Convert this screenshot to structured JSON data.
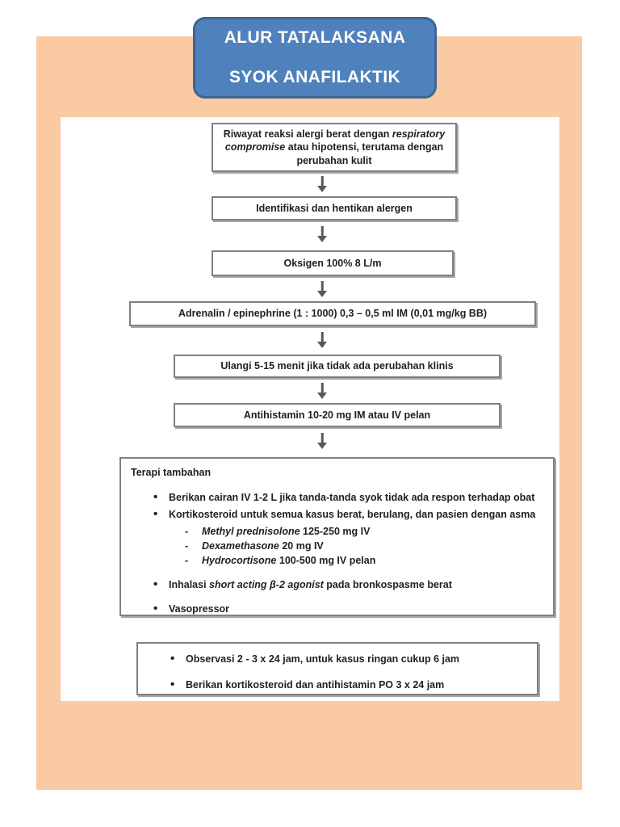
{
  "title": {
    "line1": "ALUR TATALAKSANA",
    "line2": "SYOK ANAFILAKTIK"
  },
  "colors": {
    "page_frame_orange": "#FACBA2",
    "banner_fill": "#4F81BD",
    "banner_border": "#3B6598",
    "flow_box_border": "#808080",
    "text": "#1F1F1F"
  },
  "icons": {
    "flow_arrow_down": "↓ (css triangle-down with stem)"
  },
  "flow": {
    "steps": [
      {
        "name": "riwayat-alergi",
        "segments": [
          {
            "t": "Riwayat reaksi alergi berat dengan "
          },
          {
            "t": "respiratory compromise",
            "i": true
          },
          {
            "t": " atau hipotensi, terutama dengan perubahan kulit"
          }
        ]
      },
      {
        "name": "identifikasi-alergen",
        "text": "Identifikasi dan hentikan alergen"
      },
      {
        "name": "oksigen",
        "text": "Oksigen 100% 8 L/m"
      },
      {
        "name": "adrenalin",
        "text": "Adrenalin / epinephrine (1 : 1000) 0,3 – 0,5 ml IM (0,01 mg/kg BB)"
      },
      {
        "name": "ulangi",
        "text": "Ulangi 5-15 menit jika tidak ada perubahan klinis"
      },
      {
        "name": "antihistamin",
        "text": "Antihistamin 10-20 mg IM atau IV pelan"
      }
    ]
  },
  "terapi_tambahan": {
    "heading": "Terapi tambahan",
    "bullets": [
      {
        "segments": [
          {
            "t": "Berikan cairan IV 1-2 L jika tanda-tanda syok tidak ada respon terhadap obat"
          }
        ]
      },
      {
        "segments": [
          {
            "t": "Kortikosteroid untuk semua kasus berat, berulang, dan pasien dengan asma"
          }
        ]
      }
    ],
    "kortikosteroid_items": [
      {
        "segments": [
          {
            "t": "Methyl prednisolone",
            "i": true
          },
          {
            "t": " 125-250 mg IV"
          }
        ]
      },
      {
        "segments": [
          {
            "t": "Dexamethasone",
            "i": true
          },
          {
            "t": " 20 mg IV"
          }
        ]
      },
      {
        "segments": [
          {
            "t": "Hydrocortisone",
            "i": true
          },
          {
            "t": " 100-500 mg IV pelan"
          }
        ]
      }
    ],
    "bullets_bottom": [
      {
        "segments": [
          {
            "t": "Inhalasi "
          },
          {
            "t": "short acting β-2 agonist",
            "i": true
          },
          {
            "t": "  pada bronkospasme berat"
          }
        ]
      },
      {
        "segments": [
          {
            "t": "Vasopressor"
          }
        ]
      }
    ]
  },
  "observasi": {
    "bullets": [
      "Observasi 2 -  3 x 24 jam, untuk kasus ringan cukup 6 jam",
      "Berikan kortikosteroid dan antihistamin PO 3 x 24 jam"
    ]
  }
}
